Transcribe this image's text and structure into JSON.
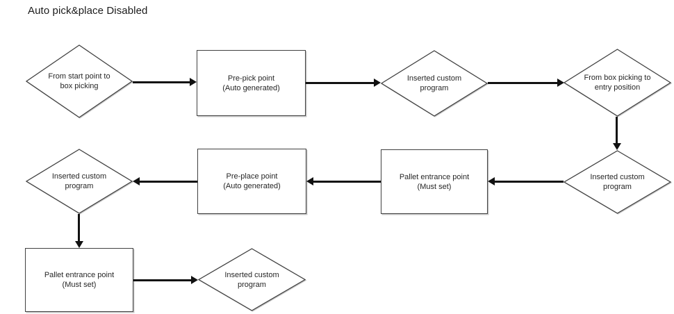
{
  "title": "Auto pick&place Disabled",
  "colors": {
    "background": "#ffffff",
    "shape_outline": "#404040",
    "connector": "#111111",
    "text": "#262626",
    "title_text": "#1a1a1a"
  },
  "flowchart": {
    "nodes": [
      {
        "id": "start-to-box-picking",
        "shape": "diamond",
        "label": "From start point to\nbox picking"
      },
      {
        "id": "pre-pick-point",
        "shape": "rectangle",
        "label": "Pre-pick point\n(Auto generated)"
      },
      {
        "id": "inserted-custom-program-1",
        "shape": "diamond",
        "label": "Inserted custom\nprogram"
      },
      {
        "id": "box-picking-to-entry",
        "shape": "diamond",
        "label": "From box picking to\nentry position"
      },
      {
        "id": "inserted-custom-program-2",
        "shape": "diamond",
        "label": "Inserted custom\nprogram"
      },
      {
        "id": "pallet-entrance-point-1",
        "shape": "rectangle",
        "label": "Pallet entrance point\n(Must set)"
      },
      {
        "id": "pre-place-point",
        "shape": "rectangle",
        "label": "Pre-place point\n(Auto generated)"
      },
      {
        "id": "inserted-custom-program-3",
        "shape": "diamond",
        "label": "Inserted custom\nprogram"
      },
      {
        "id": "pallet-entrance-point-2",
        "shape": "rectangle",
        "label": "Pallet entrance point\n(Must set)"
      },
      {
        "id": "inserted-custom-program-4",
        "shape": "diamond",
        "label": "Inserted custom\nprogram"
      }
    ],
    "edges": [
      {
        "from": "start-to-box-picking",
        "to": "pre-pick-point",
        "direction": "right"
      },
      {
        "from": "pre-pick-point",
        "to": "inserted-custom-program-1",
        "direction": "right"
      },
      {
        "from": "inserted-custom-program-1",
        "to": "box-picking-to-entry",
        "direction": "right"
      },
      {
        "from": "box-picking-to-entry",
        "to": "inserted-custom-program-2",
        "direction": "down"
      },
      {
        "from": "inserted-custom-program-2",
        "to": "pallet-entrance-point-1",
        "direction": "left"
      },
      {
        "from": "pallet-entrance-point-1",
        "to": "pre-place-point",
        "direction": "left"
      },
      {
        "from": "pre-place-point",
        "to": "inserted-custom-program-3",
        "direction": "left"
      },
      {
        "from": "inserted-custom-program-3",
        "to": "pallet-entrance-point-2",
        "direction": "down"
      },
      {
        "from": "pallet-entrance-point-2",
        "to": "inserted-custom-program-4",
        "direction": "right"
      }
    ]
  }
}
